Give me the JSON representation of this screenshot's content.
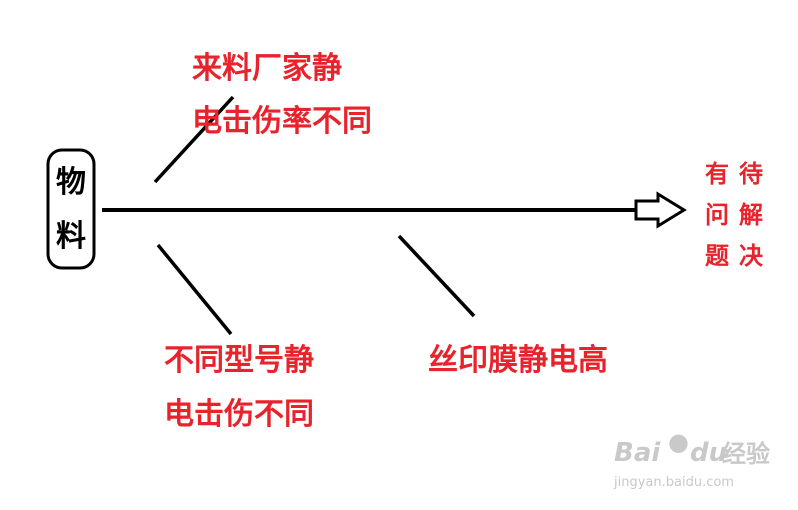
{
  "source": {
    "char1": "物",
    "char2": "料"
  },
  "causes": {
    "upper": {
      "line1": "来料厂家静",
      "line2": "电击伤率不同"
    },
    "lower_left": {
      "line1": "不同型号静",
      "line2": "电击伤不同"
    },
    "lower_right": {
      "line1": "丝印膜静电高"
    }
  },
  "problem": {
    "col1": [
      "有",
      "问",
      "题"
    ],
    "col2": [
      "待",
      "解",
      "决"
    ]
  },
  "watermark": {
    "brand_latin_a": "Bai",
    "brand_latin_b": "du",
    "brand_cn": "经验",
    "url": "jingyan.baidu.com"
  },
  "colors": {
    "cause_text": "#e8232b",
    "spine": "#000000",
    "watermark": "#c9c9c9"
  }
}
